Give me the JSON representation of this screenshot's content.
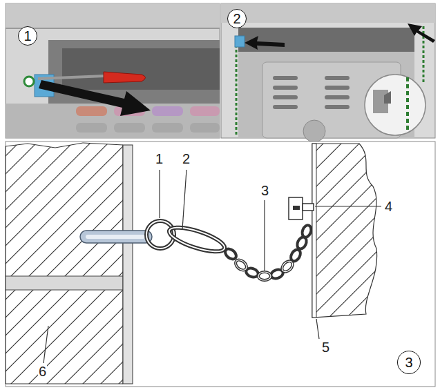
{
  "diagram": {
    "nodes": [
      {
        "text": [
          "1"
        ]
      },
      {
        "text": [
          "2"
        ]
      },
      {
        "text": [
          "3"
        ]
      }
    ],
    "labels": [
      "1",
      "2",
      "3",
      "4",
      "5",
      "6"
    ]
  }
}
